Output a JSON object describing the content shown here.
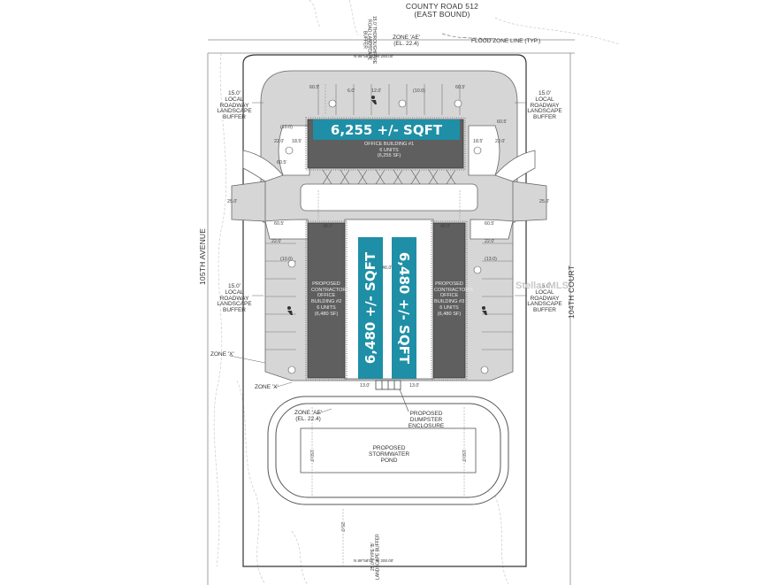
{
  "roads": {
    "north_line1": "COUNTY ROAD 512",
    "north_line2": "(EAST BOUND)",
    "west": "105TH AVENUE",
    "east": "104TH COURT"
  },
  "callouts": {
    "top": "6,255 +/- SQFT",
    "left": "6,480 +/- SQFT",
    "right": "6,480 +/- SQFT"
  },
  "buildings": {
    "b1": {
      "line1": "OFFICE BUILDING #1",
      "line2": "6 UNITS",
      "line3": "(6,255 SF)"
    },
    "b2": {
      "line1": "PROPOSED",
      "line2": "CONTRACTOR'S",
      "line3": "OFFICE",
      "line4": "BUILDING #2",
      "line5": "6 UNITS",
      "line6": "(6,480 SF)"
    },
    "b3": {
      "line1": "PROPOSED",
      "line2": "CONTRACTOR'S",
      "line3": "OFFICE",
      "line4": "BUILDING #3",
      "line5": "6 UNITS",
      "line6": "(6,480 SF)"
    }
  },
  "labels": {
    "zone_ae_top": "ZONE 'AE'",
    "zone_ae_top_el": "(EL. 22.4)",
    "flood_zone": "FLOOD ZONE LINE (TYP.)",
    "buffer_top": "15.0' THOROUGHFARE ROAD LANDSCAPE BUFFER",
    "buffer_left_top": [
      "15.0'",
      "LOCAL",
      "ROADWAY",
      "LANDSCAPE",
      "BUFFER"
    ],
    "buffer_right_top": [
      "15.0'",
      "LOCAL",
      "ROADWAY",
      "LANDSCAPE",
      "BUFFER"
    ],
    "buffer_left_mid": [
      "15.0'",
      "LOCAL",
      "ROADWAY",
      "LANDSCAPE",
      "BUFFER"
    ],
    "buffer_right_mid": [
      "15.0'",
      "LOCAL",
      "ROADWAY",
      "LANDSCAPE",
      "BUFFER"
    ],
    "zone_x_1": "ZONE 'X'",
    "zone_x_2": "ZONE 'X'",
    "zone_ae_pond": "ZONE 'AE'",
    "zone_ae_pond_el": "(EL. 22.4)",
    "dumpster": [
      "PROPOSED",
      "DUMPSTER",
      "ENCLOSURE"
    ],
    "pond": [
      "PROPOSED",
      "STORMWATER",
      "POND"
    ],
    "buffer_bottom": "25.0' TYPE 'B' LANDSCAPE BUFFER",
    "bearing_top": "N 89°58'00\" W 200.00'",
    "bearing_bottom": "N 89°58'00\" W 200.00'",
    "watermark": "Stellar MLS"
  },
  "dimensions": {
    "d1": "60.5'",
    "d2": "6.0'",
    "d3": "12.0'",
    "d4": "(10.0)",
    "d5": "60.5'",
    "d6": "22.0'",
    "d7": "18.5'",
    "d8": "18.5'",
    "d9": "22.0'",
    "d10": "60.5'",
    "d11": "60.5'",
    "d12": "25.0'",
    "d13": "25.0'",
    "d14": "46.0'",
    "d15": "46.0'",
    "d16": "46.0'",
    "d17": "13.0'",
    "d18": "13.0'",
    "d19": "60.5'",
    "d20": "60.5'",
    "d21": "150.0'",
    "d22": "150.0'",
    "d23": "25.0'",
    "d24": "(10.0)",
    "d25": "(10.0)",
    "d26": "22.0'",
    "d27": "22.0'",
    "d28": "(13.0)"
  },
  "colors": {
    "callout": "#1e8fa6",
    "building": "#5f5f5f",
    "pavement": "#d6d6d6",
    "linework": "#555555"
  }
}
